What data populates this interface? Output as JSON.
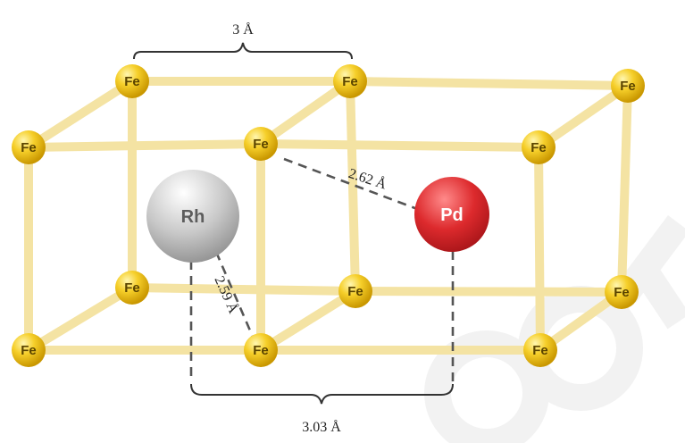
{
  "atoms": {
    "fe_label": "Fe",
    "rh_label": "Rh",
    "pd_label": "Pd"
  },
  "dimensions": {
    "top_spacing": "3 Å",
    "bottom_spacing": "3.03 Å",
    "rh_fe_distance": "2.59 Å",
    "pd_fe_distance": "2.62 Å"
  },
  "colors": {
    "fe": "#f2c21b",
    "rh": "#b8b8b8",
    "pd": "#d8262a",
    "bond": "#f4e3a3",
    "watermark": "#f3f3f3"
  }
}
